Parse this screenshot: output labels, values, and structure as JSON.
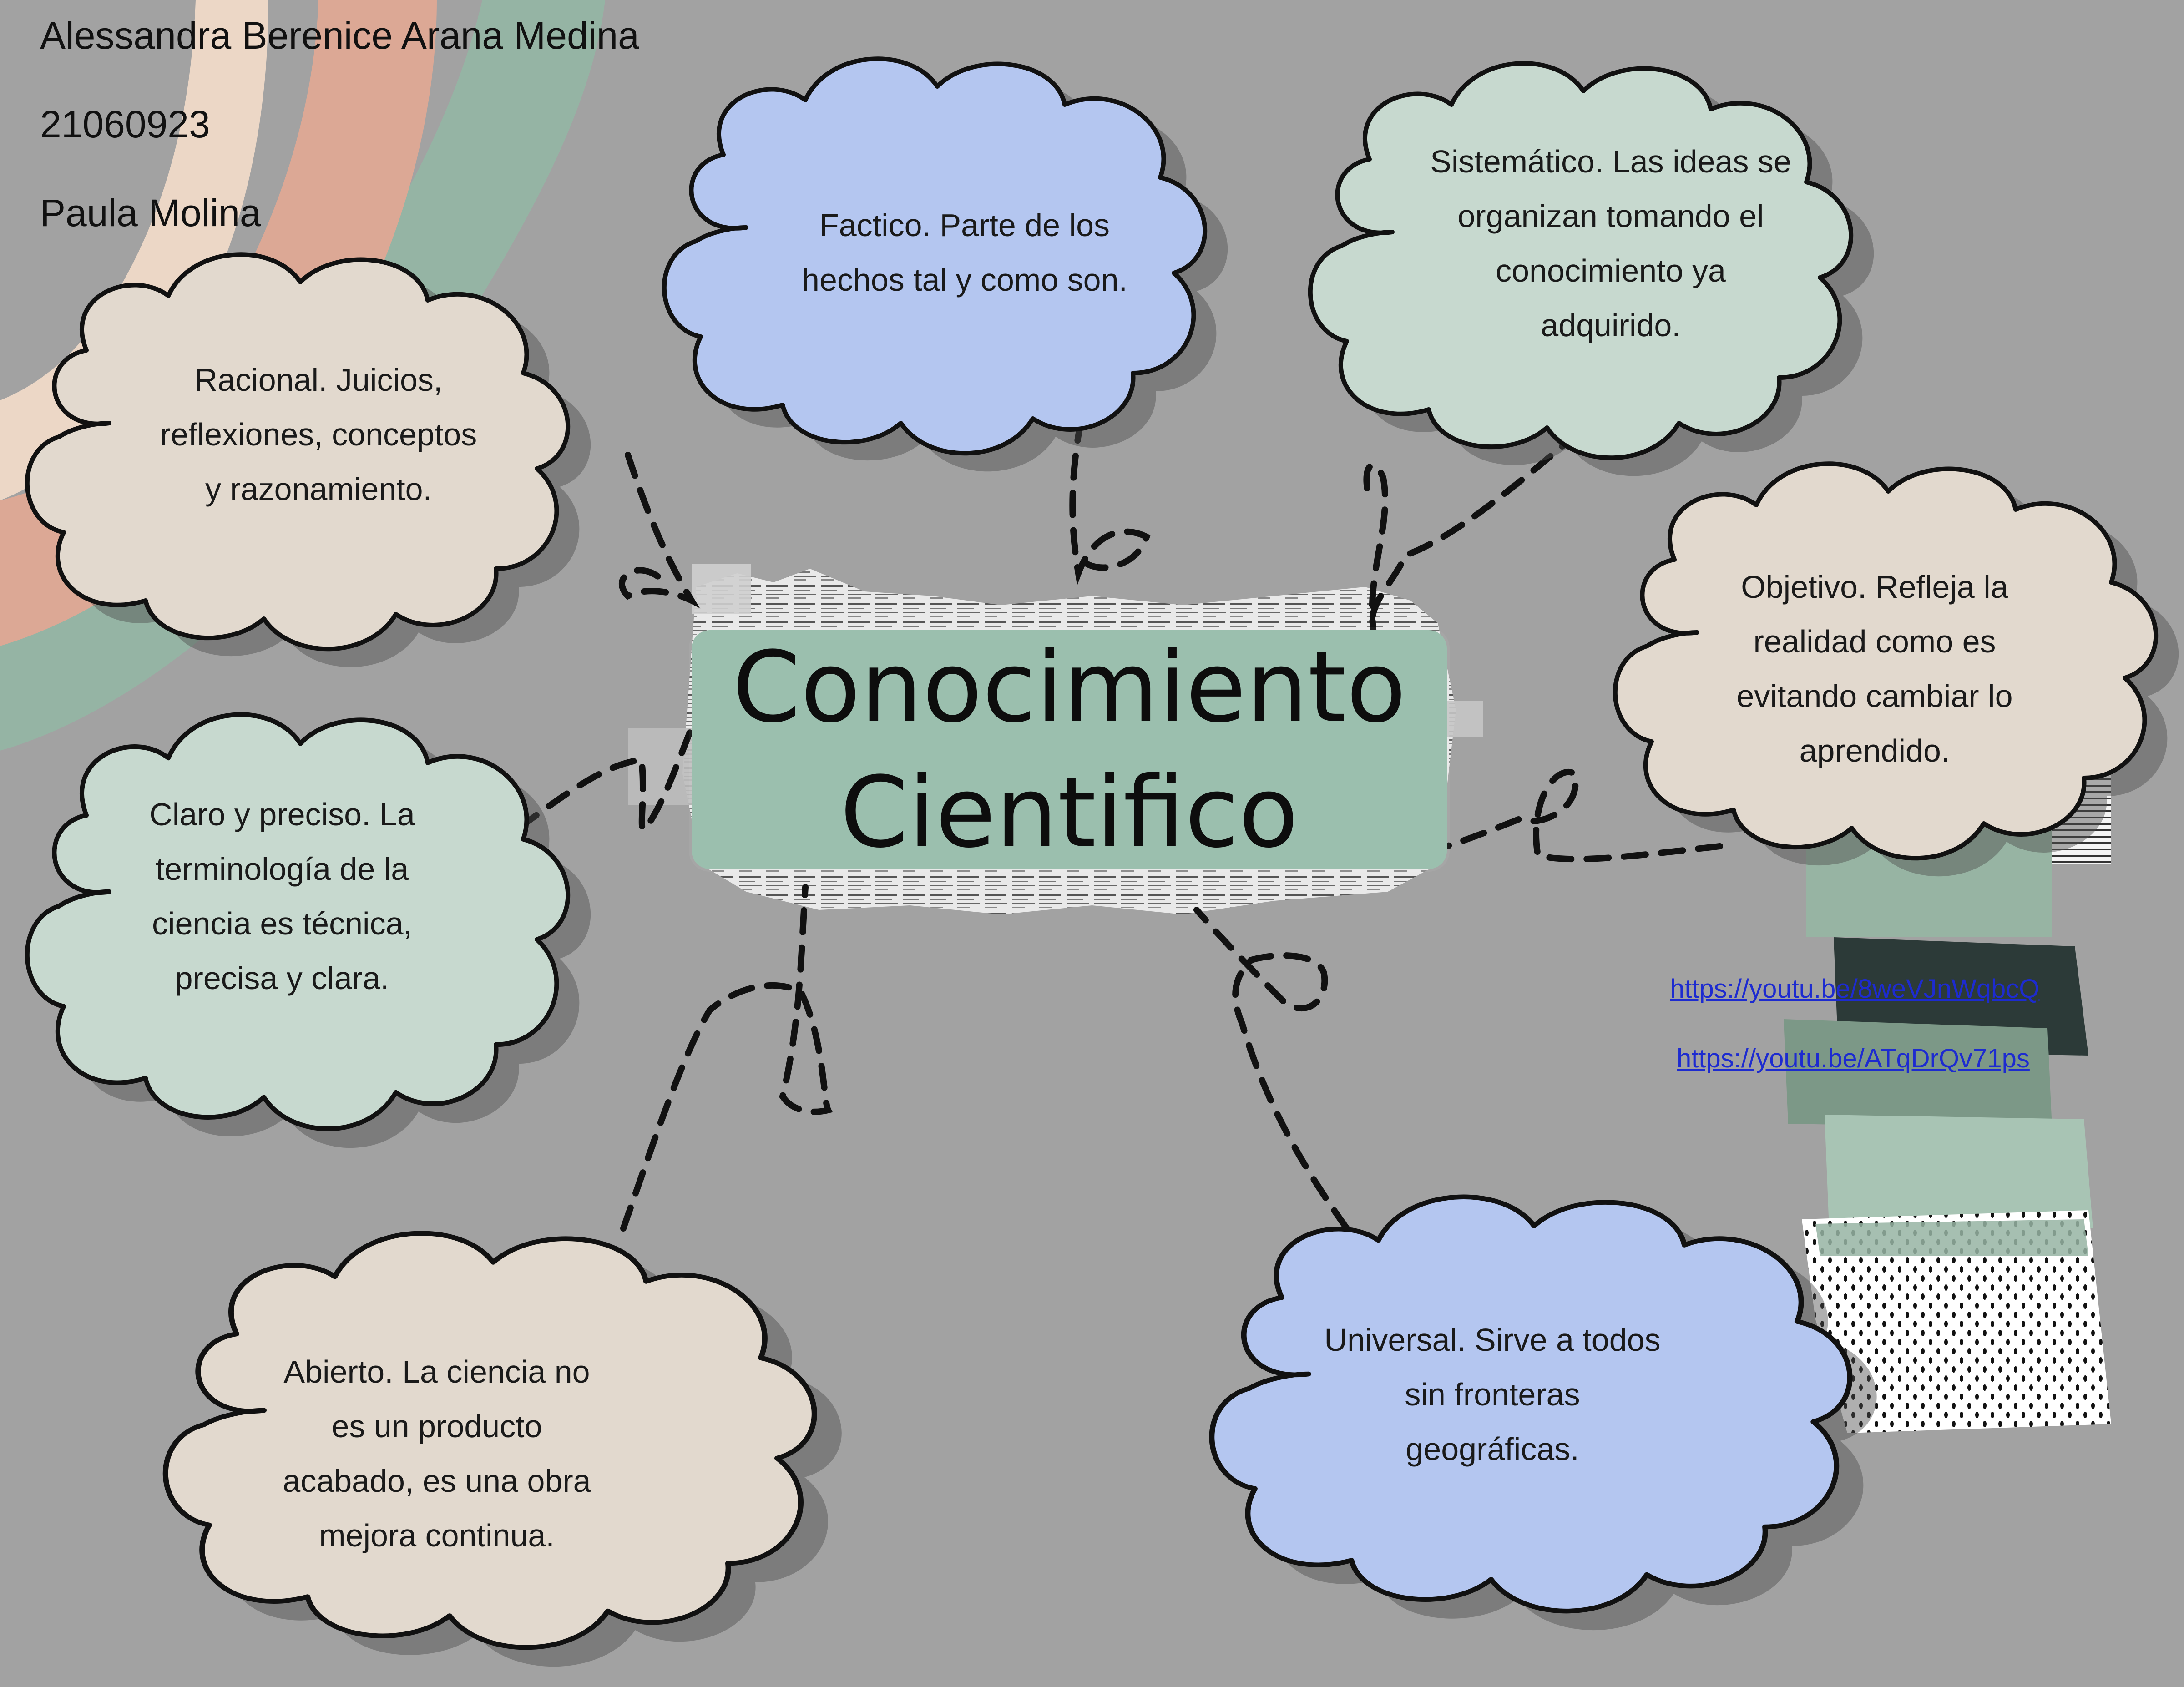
{
  "header": {
    "name": "Alessandra Berenice Arana Medina",
    "id": "21060923",
    "teacher": "Paula Molina"
  },
  "title": {
    "line1": "Conocimiento",
    "line2": "Cientifico"
  },
  "nodes": {
    "racional": [
      "Racional. Juicios,",
      "reflexiones, conceptos",
      "y razonamiento."
    ],
    "factico": [
      "Factico. Parte de los",
      "hechos tal y como son."
    ],
    "sistematico": [
      "Sistemático. Las ideas se",
      "organizan tomando el",
      "conocimiento ya",
      "adquirido."
    ],
    "objetivo": [
      "Objetivo. Refleja la",
      "realidad como es",
      "evitando cambiar lo",
      "aprendido."
    ],
    "claro": [
      "Claro y preciso. La",
      "terminología de la",
      "ciencia es técnica,",
      "precisa y clara."
    ],
    "abierto": [
      "Abierto. La ciencia no",
      "es un producto",
      "acabado, es una obra",
      "mejora continua."
    ],
    "universal": [
      "Universal. Sirve a todos",
      "sin fronteras",
      "geográficas."
    ]
  },
  "links": [
    "https://youtu.be/8weVJnWqbcQ",
    "https://youtu.be/ATqDrQv71ps"
  ],
  "colors": {
    "background": "#a2a2a2",
    "beige_cloud": "#e2d9ce",
    "blue_cloud": "#b4c6f0",
    "green_cloud": "#c7d9cf",
    "title_box": "#9bbfae",
    "link": "#1d2bd0"
  }
}
